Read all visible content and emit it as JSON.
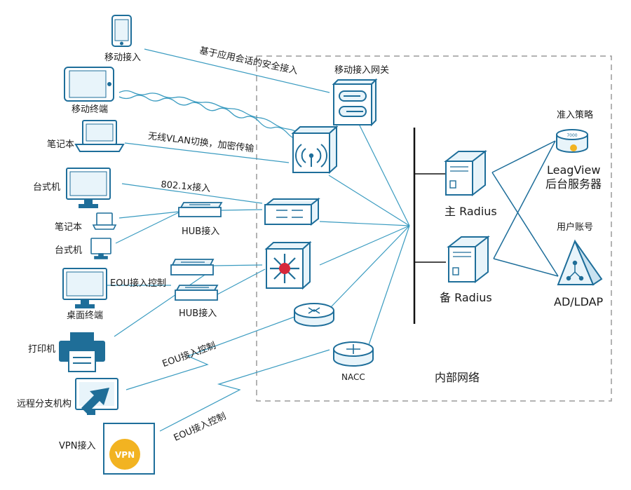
{
  "colors": {
    "line": "#3a9bc0",
    "device_stroke": "#1e6e9a",
    "device_fill": "#e8f4fa",
    "dark_fill": "#1f6e98",
    "boundary": "#9a9a9a",
    "backbone": "#111111",
    "accent_red": "#d6273a",
    "vpn_yellow": "#f2b321",
    "db_yellow": "#f2b321"
  },
  "devices": {
    "mobile_access": "移动接入",
    "mobile_terminal": "移动终端",
    "laptop1": "笔记本",
    "desktop1": "台式机",
    "laptop2": "笔记本",
    "desktop2": "台式机",
    "desk_terminal": "桌面终端",
    "printer": "打印机",
    "remote_branch": "远程分支机构",
    "vpn_access": "VPN接入",
    "vpn_badge": "VPN",
    "hub1": "HUB接入",
    "hub2": "HUB接入",
    "mobile_gateway": "移动接入网关",
    "nacc": "NACC",
    "primary_radius": "主 Radius",
    "backup_radius": "备 Radius",
    "policy_title": "准入策略",
    "db_number": "7000",
    "leagview_line1": "LeagView",
    "leagview_line2": "后台服务器",
    "user_account": "用户账号",
    "ad_ldap": "AD/LDAP",
    "internal_network": "内部网络"
  },
  "link_labels": {
    "app_session": "基于应用会话的安全接入",
    "wireless_vlan": "无线VLAN切换，加密传输",
    "dot1x": "802.1x接入",
    "eou_control_1": "EOU接入控制",
    "eou_control_2": "EOU接入控制",
    "eou_control_3": "EOU接入控制"
  }
}
